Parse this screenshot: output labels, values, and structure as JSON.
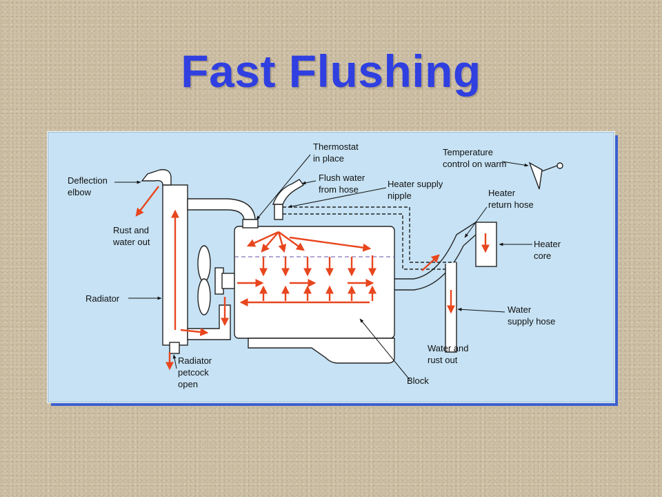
{
  "title": "Fast Flushing",
  "labels": {
    "deflection_elbow": [
      "Deflection",
      "elbow"
    ],
    "rust_water_out": [
      "Rust and",
      "water out"
    ],
    "radiator": [
      "Radiator"
    ],
    "radiator_petcock": [
      "Radiator",
      "petcock",
      "open"
    ],
    "thermostat": [
      "Thermostat",
      "in place"
    ],
    "flush_water": [
      "Flush water",
      "from hose"
    ],
    "heater_supply": [
      "Heater supply",
      "nipple"
    ],
    "temperature_control": [
      "Temperature",
      "control on warm"
    ],
    "heater_return": [
      "Heater",
      "return hose"
    ],
    "heater_core": [
      "Heater",
      "core"
    ],
    "water_supply_hose": [
      "Water",
      "supply hose"
    ],
    "water_rust_out": [
      "Water and",
      "rust out"
    ],
    "block": [
      "Block"
    ]
  },
  "colors": {
    "title": "#2f3fe0",
    "flow_arrow": "#e8461e",
    "panel": "#c6e2f4",
    "panel_shadow": "#3a5fd0"
  }
}
